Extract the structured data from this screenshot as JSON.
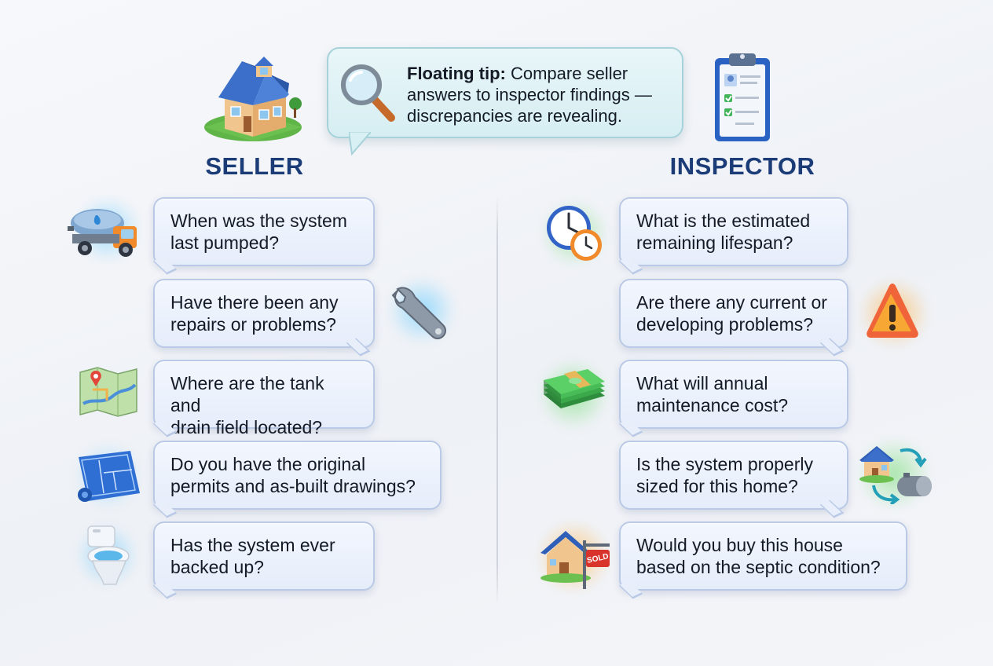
{
  "tip": {
    "label": "Floating tip:",
    "text": " Compare seller answers to inspector findings — discrepancies are revealing."
  },
  "seller": {
    "heading": "SELLER",
    "questions": [
      {
        "line1": "When was the system",
        "line2": "last pumped?",
        "icon": "septic-truck-icon"
      },
      {
        "line1": "Have there been any",
        "line2": "repairs or problems?",
        "icon": "wrench-icon"
      },
      {
        "line1": "Where are the tank and",
        "line2": "drain field located?",
        "icon": "map-icon"
      },
      {
        "line1": "Do you have the original",
        "line2": "permits and as-built drawings?",
        "icon": "blueprint-icon"
      },
      {
        "line1": "Has the system ever",
        "line2": "backed up?",
        "icon": "toilet-icon"
      }
    ]
  },
  "inspector": {
    "heading": "INSPECTOR",
    "questions": [
      {
        "line1": "What is the estimated",
        "line2": "remaining lifespan?",
        "icon": "clock-icon"
      },
      {
        "line1": "Are there any current or",
        "line2": "developing problems?",
        "icon": "warning-icon"
      },
      {
        "line1": "What will annual",
        "line2": "maintenance cost?",
        "icon": "money-icon"
      },
      {
        "line1": "Is the system properly",
        "line2": "sized for this home?",
        "icon": "house-tank-icon"
      },
      {
        "line1": "Would you buy this house",
        "line2": "based on the septic condition?",
        "icon": "house-sold-icon"
      }
    ],
    "sold_sign": "SOLD"
  },
  "colors": {
    "heading": "#1c3c78",
    "bubble_fill": "#e9effb",
    "bubble_border": "#b9c9e6",
    "tip_fill": "#dff2f5"
  }
}
